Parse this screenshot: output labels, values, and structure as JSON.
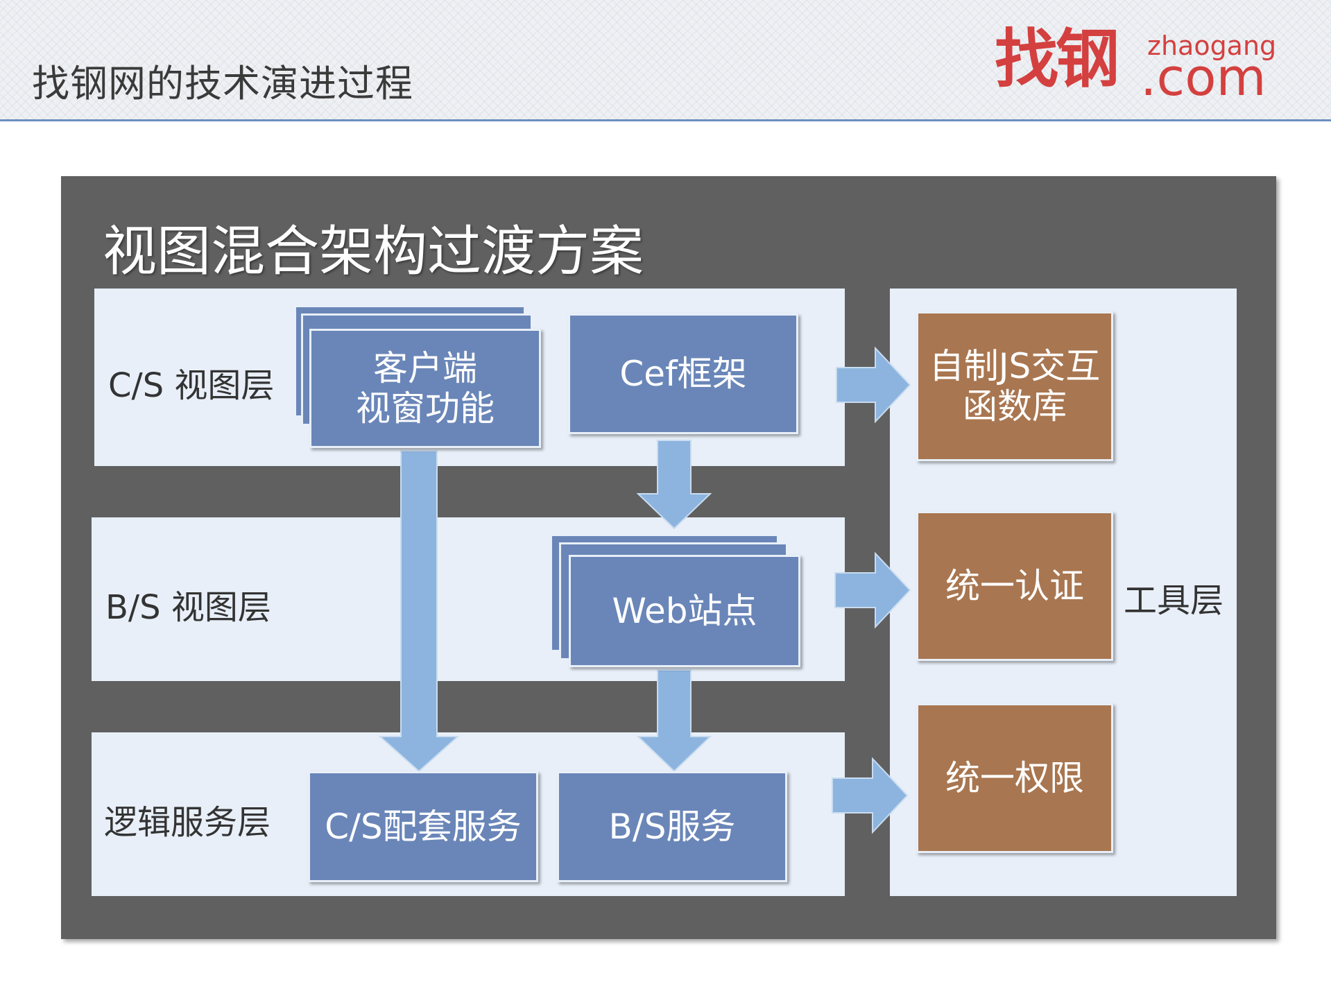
{
  "header": {
    "title": "找钢网的技术演进过程",
    "logo": {
      "cn": "找钢",
      "sub": "zhaogang",
      "com": ".com"
    }
  },
  "diagram": {
    "title": "视图混合架构过渡方案",
    "layers": {
      "cs": "C/S 视图层",
      "bs": "B/S 视图层",
      "logic": "逻辑服务层",
      "tools": "工具层"
    },
    "boxes": {
      "client_line1": "客户端",
      "client_line2": "视窗功能",
      "cef": "Cef框架",
      "web": "Web站点",
      "cs_service": "C/S配套服务",
      "bs_service": "B/S服务",
      "js_lib_line1": "自制JS交互",
      "js_lib_line2": "函数库",
      "auth": "统一认证",
      "permission": "统一权限"
    },
    "colors": {
      "frame": "#606060",
      "band": "#e8eff8",
      "blue_box": "#6a86b8",
      "brown_box": "#a87650",
      "arrow": "#8cb4df"
    }
  }
}
